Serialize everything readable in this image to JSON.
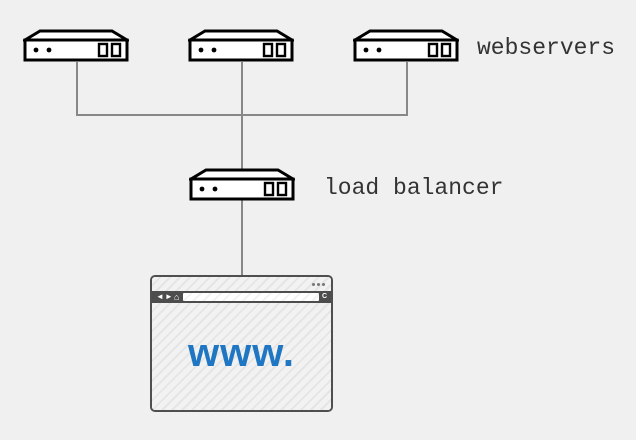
{
  "diagram": {
    "background_color": "#f0f0f0",
    "edge_color": "#888888",
    "node_stroke_color": "#000000",
    "labels": {
      "webservers": "webservers",
      "load_balancer": "load balancer"
    },
    "nodes": [
      {
        "id": "webserver-1",
        "kind": "server"
      },
      {
        "id": "webserver-2",
        "kind": "server"
      },
      {
        "id": "webserver-3",
        "kind": "server"
      },
      {
        "id": "load-balancer",
        "kind": "server"
      }
    ],
    "edges": [
      {
        "from": "webserver-1",
        "to": "load-balancer"
      },
      {
        "from": "webserver-2",
        "to": "load-balancer"
      },
      {
        "from": "webserver-3",
        "to": "load-balancer"
      },
      {
        "from": "load-balancer",
        "to": "browser-window"
      }
    ]
  },
  "browser": {
    "page_text": "www.",
    "page_text_color": "#1f76c2",
    "icons": {
      "back": "◄",
      "forward": "►",
      "home": "⌂",
      "refresh": "C"
    }
  }
}
